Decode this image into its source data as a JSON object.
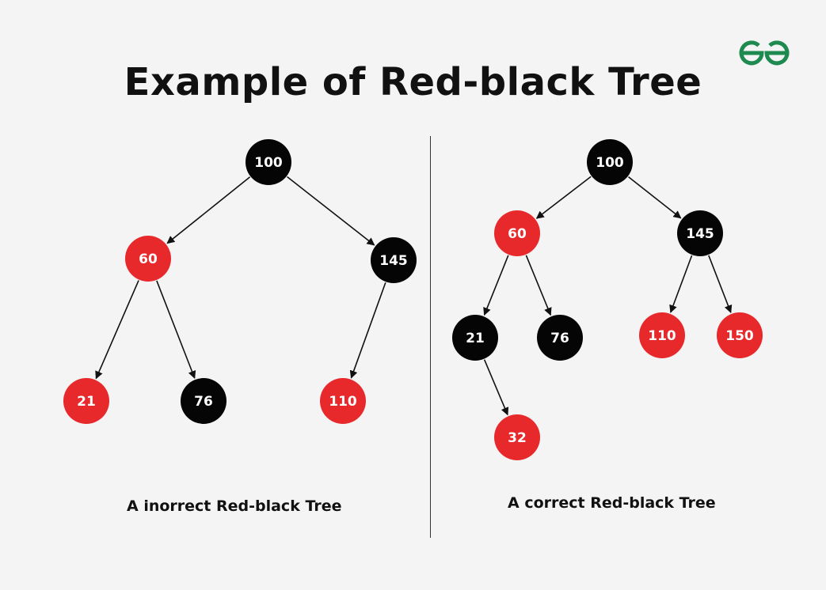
{
  "title": "Example of Red-black Tree",
  "logo_text": "GfG",
  "colors": {
    "red": "#e8292b",
    "black": "#050505",
    "logo": "#1e8a4f",
    "background": "#f4f4f4"
  },
  "incorrect_tree": {
    "caption": "A inorrect Red-black Tree",
    "nodes": [
      {
        "id": "n100",
        "value": "100",
        "color": "black"
      },
      {
        "id": "n60",
        "value": "60",
        "color": "red"
      },
      {
        "id": "n145",
        "value": "145",
        "color": "black"
      },
      {
        "id": "n21",
        "value": "21",
        "color": "red"
      },
      {
        "id": "n76",
        "value": "76",
        "color": "black"
      },
      {
        "id": "n110",
        "value": "110",
        "color": "red"
      }
    ],
    "edges": [
      [
        "n100",
        "n60"
      ],
      [
        "n100",
        "n145"
      ],
      [
        "n60",
        "n21"
      ],
      [
        "n60",
        "n76"
      ],
      [
        "n145",
        "n110"
      ]
    ]
  },
  "correct_tree": {
    "caption": "A correct Red-black Tree",
    "nodes": [
      {
        "id": "c100",
        "value": "100",
        "color": "black"
      },
      {
        "id": "c60",
        "value": "60",
        "color": "red"
      },
      {
        "id": "c145",
        "value": "145",
        "color": "black"
      },
      {
        "id": "c21",
        "value": "21",
        "color": "black"
      },
      {
        "id": "c76",
        "value": "76",
        "color": "black"
      },
      {
        "id": "c110",
        "value": "110",
        "color": "red"
      },
      {
        "id": "c150",
        "value": "150",
        "color": "red"
      },
      {
        "id": "c32",
        "value": "32",
        "color": "red"
      }
    ],
    "edges": [
      [
        "c100",
        "c60"
      ],
      [
        "c100",
        "c145"
      ],
      [
        "c60",
        "c21"
      ],
      [
        "c60",
        "c76"
      ],
      [
        "c145",
        "c110"
      ],
      [
        "c145",
        "c150"
      ],
      [
        "c21",
        "c32"
      ]
    ]
  }
}
